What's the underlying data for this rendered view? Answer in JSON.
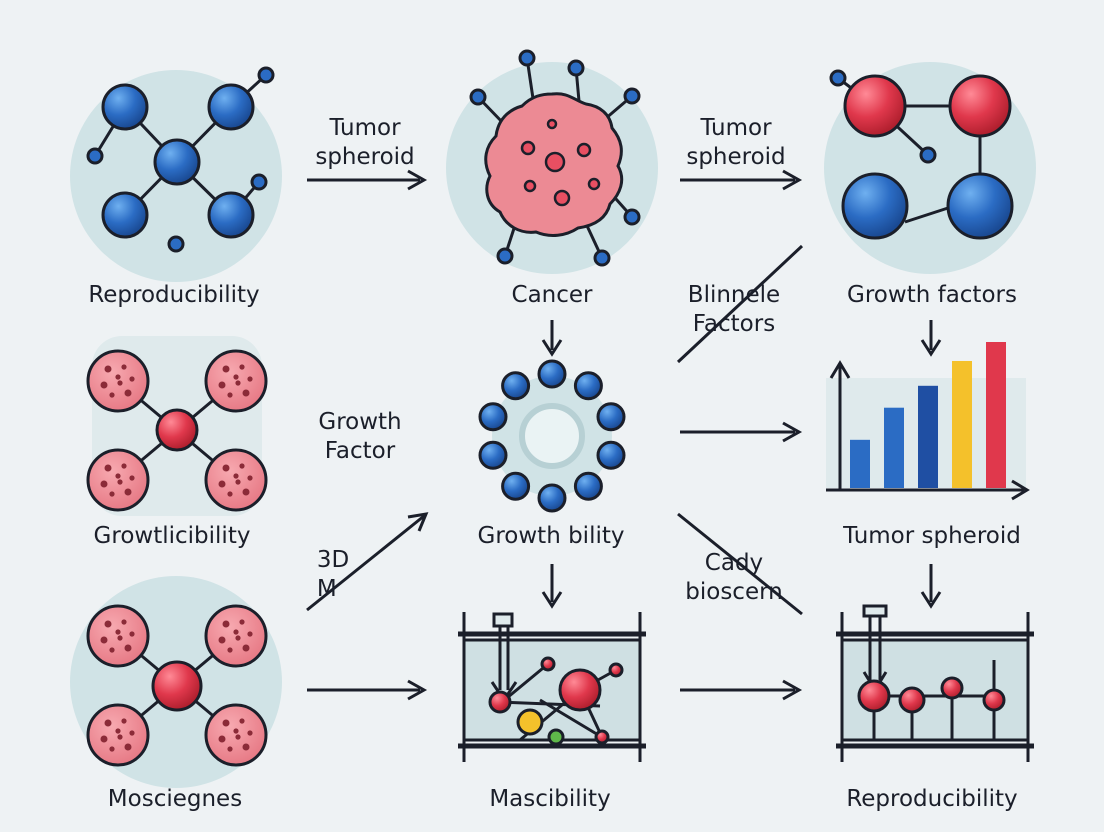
{
  "labels": {
    "reproducibility_top": "Reproducibility",
    "cancer": "Cancer",
    "growth_factors": "Growth factors",
    "growtlicibility": "Growtlicibility",
    "growth_bility": "Growth bility",
    "tumor_spheroid_right": "Tumor spheroid",
    "mosciegnes": "Mosciegnes",
    "mascibility": "Mascibility",
    "reproducibility_bottom": "Reproducibility"
  },
  "arrow_labels": {
    "tumor_spheroid_1": "Tumor\nspheroid",
    "tumor_spheroid_2": "Tumor\nspheroid",
    "blinnele_factors": "Blinnele\nFactors",
    "growth_factor": "Growth\nFactor",
    "three_d": "3D\nM",
    "cady_bioscern": "Cady\nbioscern"
  },
  "colors": {
    "blue": "#2b6cc4",
    "red": "#e0384c",
    "pink": "#ec8a94",
    "halo": "#d0e3e6",
    "ink": "#1b1f2a",
    "yellow": "#f4c12b",
    "green": "#5fb84a"
  },
  "chart_icon_values": [
    0.33,
    0.55,
    0.7,
    0.87,
    1.0
  ]
}
